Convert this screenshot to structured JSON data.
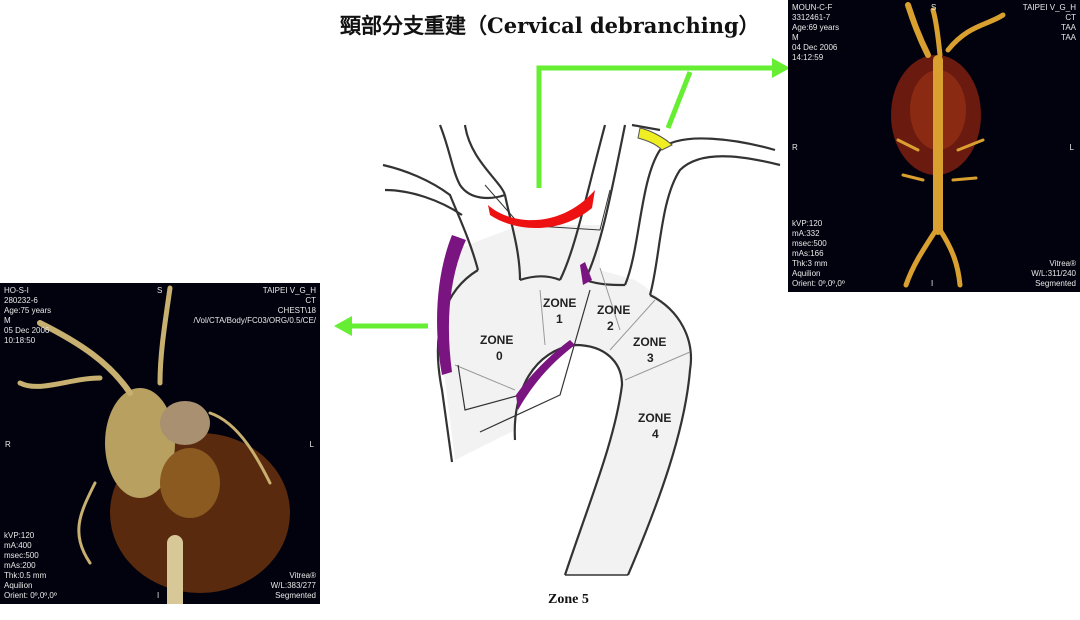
{
  "title": "頸部分支重建（Cervical debranching）",
  "diagram": {
    "zones": [
      "ZONE",
      "0",
      "ZONE",
      "1",
      "ZONE",
      "2",
      "ZONE",
      "3",
      "ZONE",
      "4"
    ],
    "zone5_label": "Zone 5",
    "colors": {
      "arrow": "#66ee33",
      "red_graft": "#ee1111",
      "yellow_graft": "#eeee22",
      "purple_graft": "#7a1480"
    }
  },
  "ct_right": {
    "top_left": [
      "MOUN-C-F",
      "3312461-7",
      "Age:69 years",
      "M",
      "04 Dec 2006",
      "14:12:59"
    ],
    "top_right": [
      "TAIPEI V_G_H",
      "CT",
      "TAA",
      "TAA"
    ],
    "bottom_left": [
      "kVP:120",
      "mA:332",
      "msec:500",
      "mAs:166",
      "Thk:3 mm",
      "Aquilion",
      "Orient: 0º,0º,0º"
    ],
    "bottom_right": [
      "Vitrea®",
      "W/L:311/240",
      "Segmented"
    ],
    "markers": {
      "top": "S",
      "left": "R",
      "right": "L",
      "bottom": "I"
    }
  },
  "ct_left": {
    "top_left": [
      "HO-S-I",
      "280232-6",
      "Age:75 years",
      "M",
      "05 Dec 2006",
      "10:18:50"
    ],
    "top_right": [
      "TAIPEI V_G_H",
      "CT",
      "CHEST\\18",
      "/Vol/CTA/Body/FC03/ORG/0.5/CE/"
    ],
    "bottom_left": [
      "kVP:120",
      "mA:400",
      "msec:500",
      "mAs:200",
      "Thk:0.5 mm",
      "Aquilion",
      "Orient: 0º,0º,0º"
    ],
    "bottom_right": [
      "Vitrea®",
      "W/L:383/277",
      "Segmented"
    ],
    "markers": {
      "top": "S",
      "left": "R",
      "right": "L",
      "bottom": "I"
    }
  }
}
